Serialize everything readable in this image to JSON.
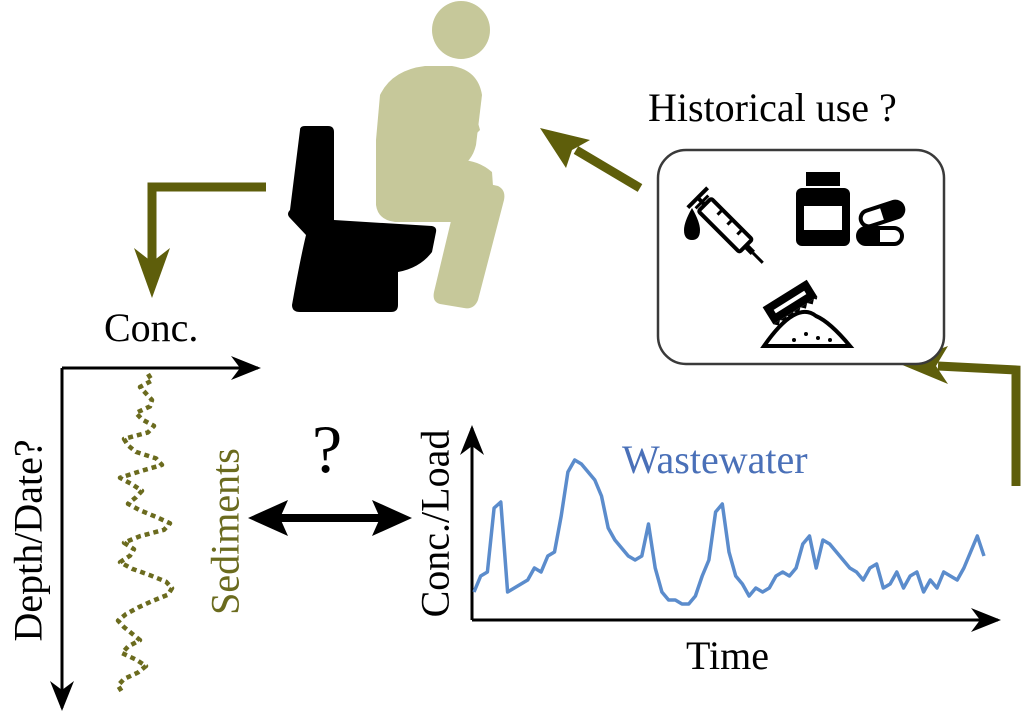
{
  "labels": {
    "historical_use": "Historical use ?",
    "conc": "Conc.",
    "depth_date": "Depth/Date?",
    "sediments": "Sediments",
    "question": "?",
    "conc_load": "Conc./Load",
    "time": "Time",
    "wastewater": "Wastewater"
  },
  "colors": {
    "olive_arrow": "#5e5e0b",
    "sediment_line": "#6b6b1e",
    "wastewater_line": "#5b8ccc",
    "wastewater_text": "#4a70b8",
    "person": "#c6c89a",
    "toilet": "#000000"
  },
  "icons": [
    "syringe-icon",
    "medicine-bottle-icon",
    "pill-capsule-icon",
    "razor-powder-icon",
    "person-on-toilet-icon"
  ],
  "chart_data": [
    {
      "type": "line",
      "name_hint": "wastewater",
      "x_label": "Time",
      "y_label": "Conc./Load",
      "values": [
        10,
        18,
        20,
        52,
        55,
        10,
        12,
        14,
        16,
        22,
        20,
        28,
        30,
        48,
        70,
        76,
        74,
        70,
        66,
        58,
        42,
        36,
        32,
        28,
        26,
        28,
        44,
        22,
        10,
        6,
        6,
        4,
        4,
        8,
        18,
        26,
        50,
        54,
        30,
        18,
        14,
        8,
        12,
        10,
        12,
        18,
        20,
        18,
        22,
        34,
        38,
        22,
        36,
        34,
        30,
        26,
        22,
        20,
        16,
        22,
        24,
        12,
        14,
        20,
        12,
        18,
        20,
        10,
        16,
        12,
        20,
        18,
        16,
        22,
        30,
        38,
        28
      ]
    },
    {
      "type": "line",
      "name_hint": "sediments",
      "x_label": "Conc.",
      "y_label": "Depth/Date?",
      "values": [
        0.68,
        0.72,
        0.6,
        0.66,
        0.72,
        0.7,
        0.56,
        0.62,
        0.74,
        0.68,
        0.44,
        0.48,
        0.56,
        0.76,
        0.82,
        0.6,
        0.4,
        0.52,
        0.62,
        0.56,
        0.48,
        0.6,
        0.76,
        0.9,
        0.84,
        0.6,
        0.44,
        0.54,
        0.5,
        0.4,
        0.52,
        0.7,
        0.86,
        0.92,
        0.88,
        0.72,
        0.58,
        0.46,
        0.38,
        0.44,
        0.52,
        0.6,
        0.48,
        0.42,
        0.56,
        0.66,
        0.58,
        0.44,
        0.38,
        0.42
      ]
    }
  ]
}
